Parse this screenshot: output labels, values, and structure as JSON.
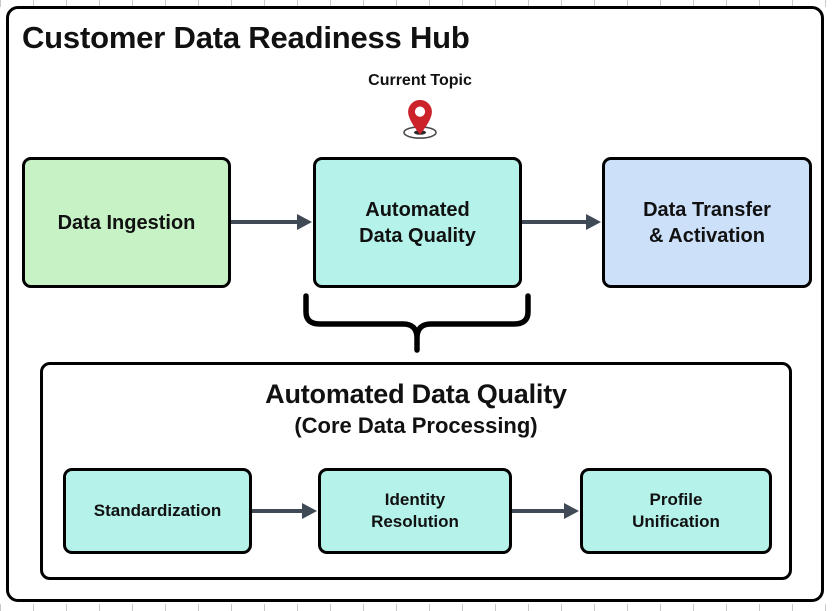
{
  "page": {
    "title": "Customer Data Readiness Hub"
  },
  "marker": {
    "label": "Current Topic",
    "icon": "map-pin-icon",
    "color": "#cc2229"
  },
  "flow": {
    "nodes": [
      {
        "id": "data-ingestion",
        "label": "Data Ingestion",
        "color": "#c6f2c6"
      },
      {
        "id": "automated-data-quality",
        "label": "Automated\nData Quality",
        "line1": "Automated",
        "line2": "Data Quality",
        "color": "#b4f2ea"
      },
      {
        "id": "data-transfer-activation",
        "line1": "Data Transfer",
        "line2": "& Activation",
        "color": "#cde0fa"
      }
    ],
    "arrow_color": "#3f4a56"
  },
  "detail": {
    "title": "Automated Data Quality",
    "subtitle": "(Core Data Processing)",
    "steps": [
      {
        "id": "standardization",
        "label": "Standardization",
        "color": "#b4f2ea"
      },
      {
        "id": "identity-resolution",
        "line1": "Identity",
        "line2": "Resolution",
        "color": "#b4f2ea"
      },
      {
        "id": "profile-unification",
        "line1": "Profile",
        "line2": "Unification",
        "color": "#b4f2ea"
      }
    ]
  },
  "theme": {
    "border": "#000000",
    "background": "#ffffff",
    "text": "#111111"
  }
}
